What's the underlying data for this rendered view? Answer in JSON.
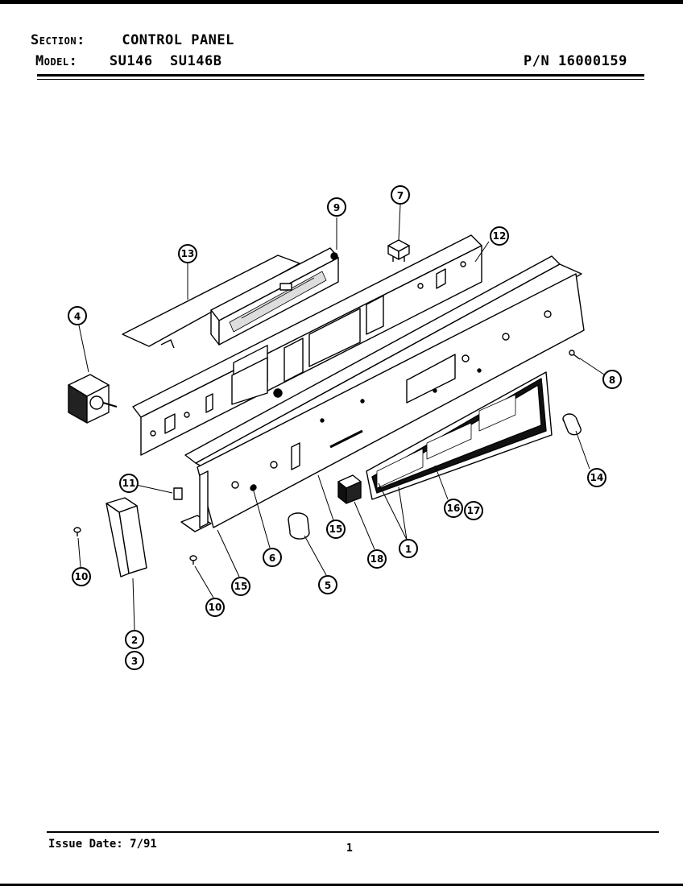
{
  "header": {
    "section_label": "Section:",
    "section_value": "CONTROL PANEL",
    "model_label": "Model:",
    "model_value": "SU146  SU146B",
    "part_number": "P/N 16000159"
  },
  "footer": {
    "issue_date": "Issue Date: 7/91",
    "page_number": "1"
  },
  "callouts": {
    "c1": "1",
    "c2": "2",
    "c3": "3",
    "c4": "4",
    "c5": "5",
    "c6": "6",
    "c7": "7",
    "c8": "8",
    "c9": "9",
    "c10a": "10",
    "c10b": "10",
    "c11": "11",
    "c12": "12",
    "c13": "13",
    "c14": "14",
    "c15a": "15",
    "c15b": "15",
    "c16": "16",
    "c17": "17",
    "c18": "18"
  }
}
